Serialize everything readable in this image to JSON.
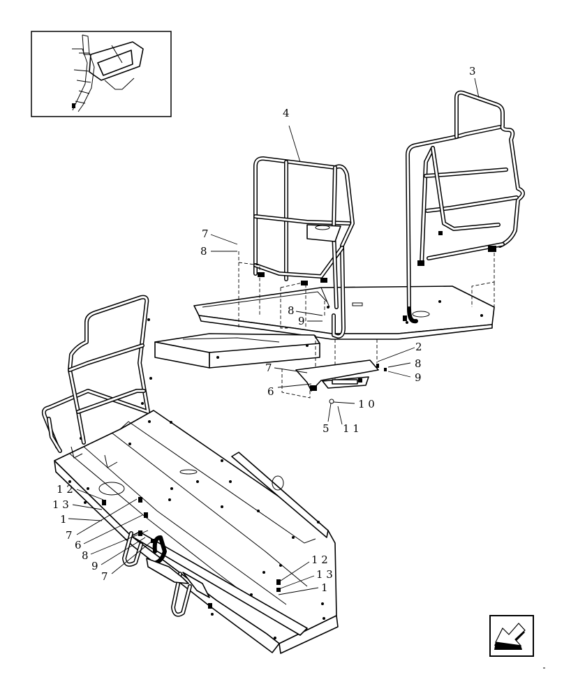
{
  "diagram": {
    "callouts": {
      "c3": "3",
      "c4": "4",
      "c7a": "7",
      "c8a": "8",
      "c8b": "8",
      "c9a": "9",
      "c2": "2",
      "c7b": "7",
      "c8c": "8",
      "c9b": "9",
      "c6a": "6",
      "c10": "1 0",
      "c5": "5",
      "c11": "1 1",
      "c12a": "1 2",
      "c13a": "1 3",
      "c1a": "1",
      "c7c": "7",
      "c6b": "6",
      "c8d": "8",
      "c9c": "9",
      "c7d": "7",
      "c12b": "1 2",
      "c13b": "1 3",
      "c1b": "1"
    },
    "icons": {
      "thumbnail": "machine-overview-thumbnail",
      "nav": "page-navigation-arrow-icon"
    }
  }
}
